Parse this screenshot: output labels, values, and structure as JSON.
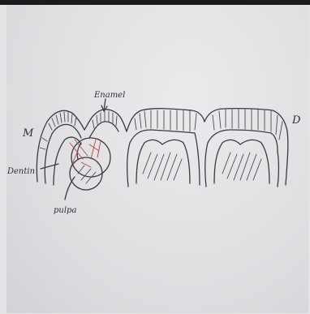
{
  "labels": {
    "mesial": "M",
    "distal": "D",
    "enamel": "Enamel",
    "dentin": "Dentin",
    "pulpa": "pulpa"
  },
  "colors": {
    "ink": "#3a3a42",
    "caries_hatch": "#b0483f",
    "paper": "#e4e4e7"
  }
}
